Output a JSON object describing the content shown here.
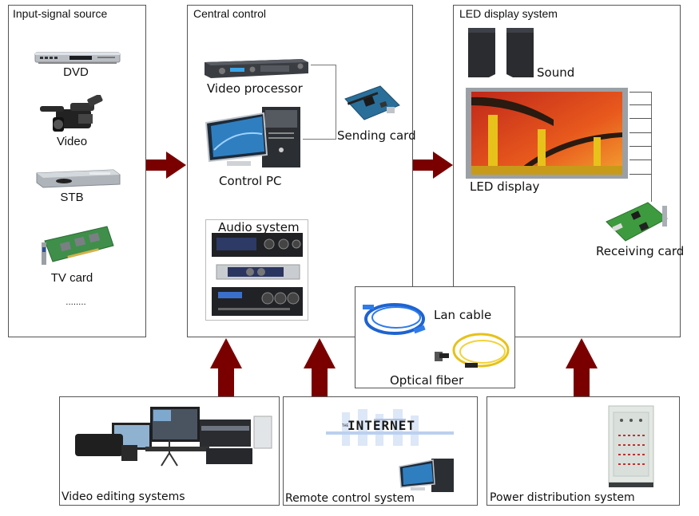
{
  "input_source": {
    "title": "Input-signal source",
    "items": [
      {
        "label": "DVD",
        "icon": "dvd-player-icon"
      },
      {
        "label": "Video",
        "icon": "video-camera-icon"
      },
      {
        "label": "STB",
        "icon": "set-top-box-icon"
      },
      {
        "label": "TV card",
        "icon": "tv-card-icon"
      },
      {
        "label": "........",
        "icon": ""
      }
    ]
  },
  "central_control": {
    "title": "Central control",
    "video_processor": "Video processor",
    "control_pc": "Control PC",
    "sending_card": "Sending card",
    "audio_system": "Audio system"
  },
  "led_system": {
    "title": "LED display system",
    "sound": "Sound",
    "led_display": "LED display",
    "receiving_card": "Receiving card"
  },
  "cables": {
    "lan_cable": "Lan cable",
    "optical_fiber": "Optical fiber"
  },
  "bottom": {
    "video_editing": "Video editing systems",
    "remote_control": "Remote control system",
    "internet_logo": "INTERNET",
    "internet_prefix": "THE",
    "power_distribution": "Power distribution system"
  },
  "colors": {
    "arrow": "#7a0000",
    "border": "#555555"
  }
}
